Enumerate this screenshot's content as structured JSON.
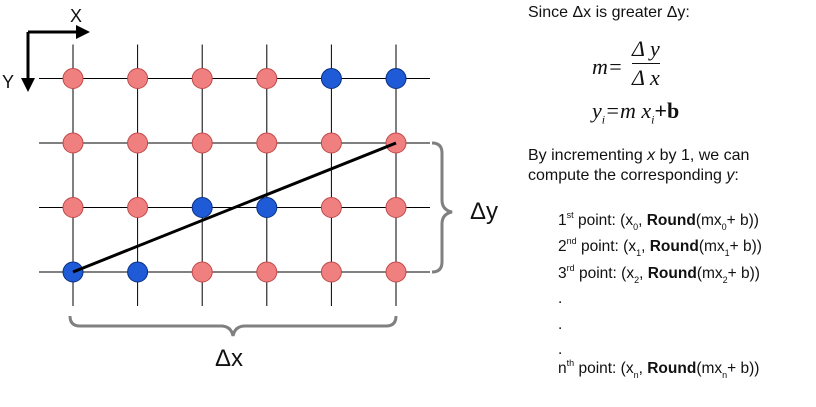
{
  "axes": {
    "x_label": "X",
    "y_label": "Y"
  },
  "grid": {
    "cols": 6,
    "rows": 4
  },
  "pixels": {
    "selected": [
      [
        0,
        0
      ],
      [
        1,
        0
      ],
      [
        2,
        1
      ],
      [
        3,
        1
      ],
      [
        4,
        3
      ],
      [
        5,
        3
      ]
    ]
  },
  "braces": {
    "dx_label": "Δx",
    "dy_label": "Δy"
  },
  "colors": {
    "pixel": "#f08080",
    "selected": "#1f5bd6",
    "grid": "#000000",
    "brace": "#808080"
  },
  "explanation": {
    "heading": "Since Δx is greater Δy:",
    "m_lhs": "m=",
    "m_num": "Δ y",
    "m_den": "Δ x",
    "y_eq": "y",
    "y_sub": "i",
    "y_rhs": "=m x",
    "y_rhs_sub": "i",
    "y_tail": "+b",
    "increment_1": "By incrementing ",
    "increment_x": "x",
    "increment_2": " by 1, we can",
    "increment_3": "compute the corresponding ",
    "increment_y": "y",
    "increment_4": ":",
    "points": [
      {
        "ord": "1",
        "sup": "st",
        "sub": "0"
      },
      {
        "ord": "2",
        "sup": "nd",
        "sub": "1"
      },
      {
        "ord": "3",
        "sup": "rd",
        "sub": "2"
      }
    ],
    "last_point": {
      "ord": "n",
      "sup": "th",
      "sub": "n"
    },
    "point_word": " point: (x",
    "round_word": "Round",
    "mx": "(mx",
    "plus_b": "+ b))",
    "comma": ", ",
    "dot": "."
  }
}
